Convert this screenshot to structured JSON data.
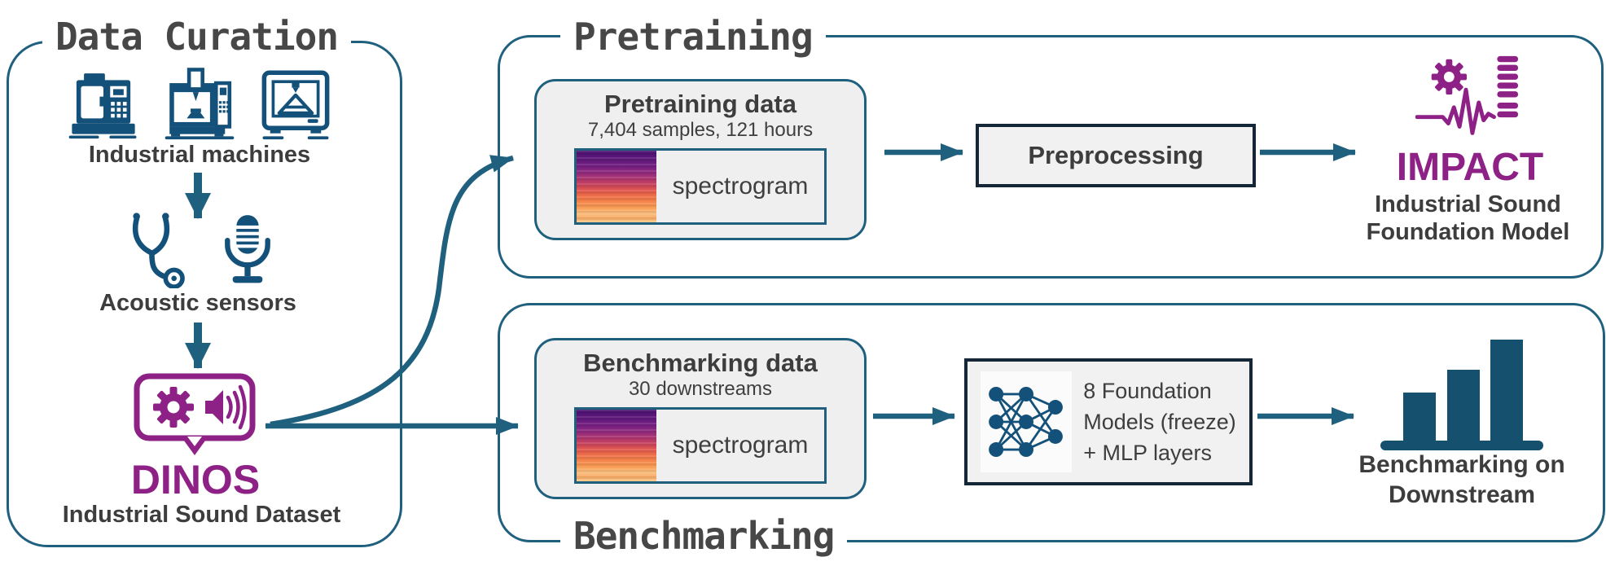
{
  "colors": {
    "line_teal": "#20607f",
    "icon_teal": "#14517a",
    "process_border_navy": "#152636",
    "brand_purple": "#8e2186",
    "text_dark": "#3d3d3d",
    "card_fill": "#efefef"
  },
  "data_curation": {
    "title": "Data Curation",
    "machines_label": "Industrial machines",
    "machine_icons": [
      "cnc-lathe-icon",
      "cnc-mill-icon",
      "3d-printer-icon"
    ],
    "sensors_label": "Acoustic sensors",
    "sensor_icons": [
      "stethoscope-icon",
      "microphone-icon"
    ],
    "dataset_icon": "gear-speaker-bubble-icon",
    "dataset_name": "DINOS",
    "dataset_label": "Industrial Sound Dataset"
  },
  "pretraining": {
    "title": "Pretraining",
    "card": {
      "title": "Pretraining data",
      "subtitle": "7,404 samples, 121 hours",
      "spectrogram_label": "spectrogram"
    },
    "preprocessing_label": "Preprocessing",
    "model": {
      "icon": "gear-waveform-layers-icon",
      "name": "IMPACT",
      "subtitle_line1": "Industrial Sound",
      "subtitle_line2": "Foundation Model"
    }
  },
  "benchmarking": {
    "title": "Benchmarking",
    "card": {
      "title": "Benchmarking data",
      "subtitle": "30 downstreams",
      "spectrogram_label": "spectrogram"
    },
    "models_box": {
      "icon": "neural-network-icon",
      "line1": "8 Foundation",
      "line2": "Models (freeze)",
      "line3": "+ MLP layers"
    },
    "result": {
      "icon": "bar-chart-icon",
      "line1": "Benchmarking on",
      "line2": "Downstream"
    }
  }
}
